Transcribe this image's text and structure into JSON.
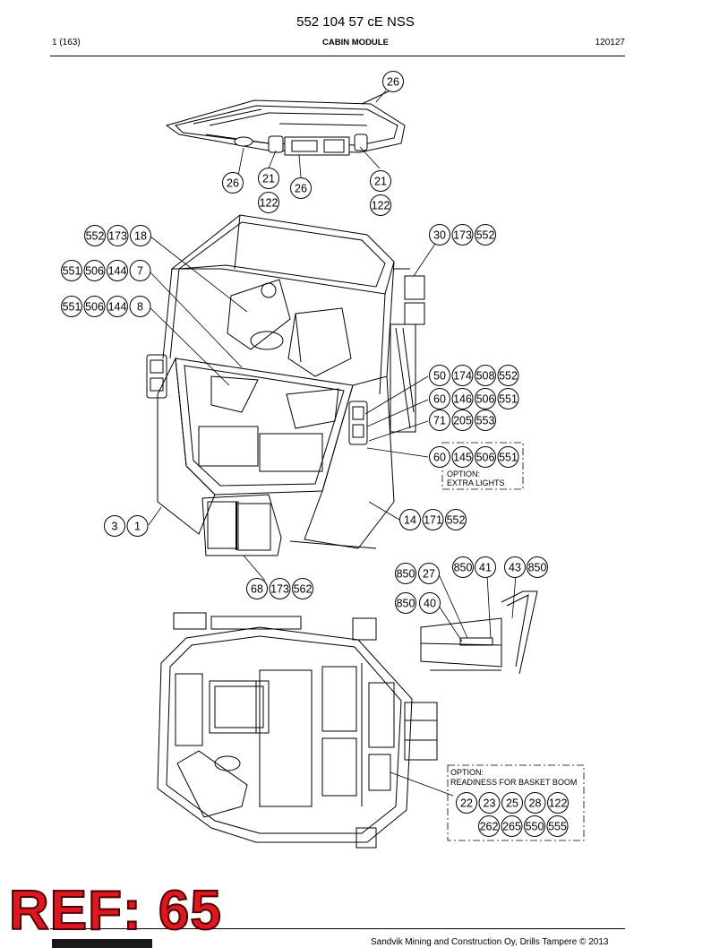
{
  "header": {
    "doc_number": "552 104 57 cE NSS",
    "page": "1 (163)",
    "section": "CABIN MODULE",
    "date": "120127"
  },
  "callouts": {
    "roof": [
      "26",
      "26",
      "21",
      "122",
      "26",
      "21",
      "122"
    ],
    "left_stack": [
      [
        "552",
        "173",
        "18"
      ],
      [
        "551",
        "506",
        "144",
        "7"
      ],
      [
        "551",
        "506",
        "144",
        "8"
      ]
    ],
    "top_right": [
      "30",
      "173",
      "552"
    ],
    "right_rows": [
      [
        "50",
        "174",
        "508",
        "552"
      ],
      [
        "60",
        "146",
        "506",
        "551"
      ],
      [
        "71",
        "205",
        "553"
      ]
    ],
    "extra_lights_row": [
      "60",
      "145",
      "506",
      "551"
    ],
    "bottom_left": [
      "3",
      "1"
    ],
    "bottom_right": [
      "14",
      "171",
      "552"
    ],
    "bottom_center": [
      "68",
      "173",
      "562"
    ],
    "detail": [
      "850",
      "27",
      "850",
      "41",
      "43",
      "850",
      "850",
      "40"
    ],
    "basket_row1": [
      "22",
      "23",
      "25",
      "28",
      "122"
    ],
    "basket_row2": [
      "262",
      "265",
      "550",
      "555"
    ]
  },
  "options": {
    "extra_lights_line1": "OPTION:",
    "extra_lights_line2": "EXTRA LIGHTS",
    "basket_line1": "OPTION:",
    "basket_line2": "READINESS FOR BASKET BOOM"
  },
  "ref_label": "REF: 65",
  "footer": "Sandvik Mining and Construction Oy, Drills Tampere © 2013"
}
